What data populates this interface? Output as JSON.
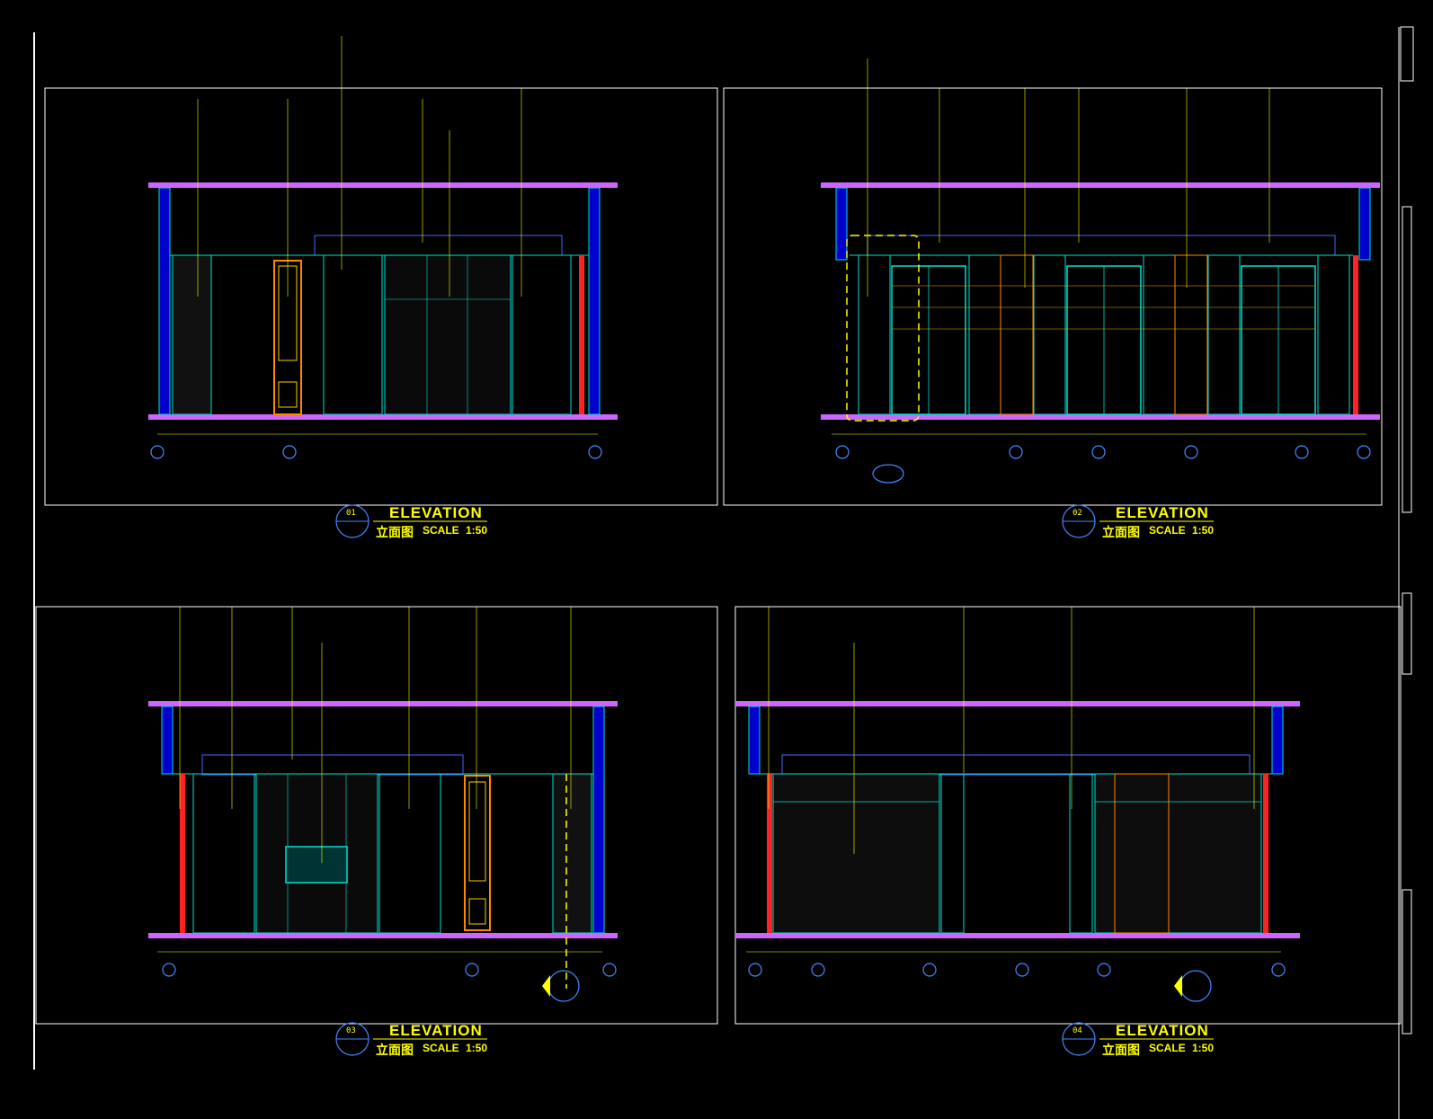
{
  "sheet": {
    "colors": {
      "background": "#000000",
      "frame": "#ffffff",
      "floor_slab": "#cc66ff",
      "text": "#ffff00",
      "panel_line": "#00e0d0",
      "wall_fill": "#0000ff",
      "tv_frame": "#00e0d0",
      "red_accent": "#ff2222",
      "door_frame": "#ff8800"
    }
  },
  "views": [
    {
      "id": "view-1",
      "title": "ELEVATION",
      "subtitle_cn": "立面图",
      "scale_label": "SCALE",
      "scale_value": "1:50",
      "number": "01",
      "sheet_ref": ""
    },
    {
      "id": "view-2",
      "title": "ELEVATION",
      "subtitle_cn": "立面图",
      "scale_label": "SCALE",
      "scale_value": "1:50",
      "number": "02",
      "sheet_ref": ""
    },
    {
      "id": "view-3",
      "title": "ELEVATION",
      "subtitle_cn": "立面图",
      "scale_label": "SCALE",
      "scale_value": "1:50",
      "number": "03",
      "sheet_ref": ""
    },
    {
      "id": "view-4",
      "title": "ELEVATION",
      "subtitle_cn": "立面图",
      "scale_label": "SCALE",
      "scale_value": "1:50",
      "number": "04",
      "sheet_ref": ""
    }
  ]
}
